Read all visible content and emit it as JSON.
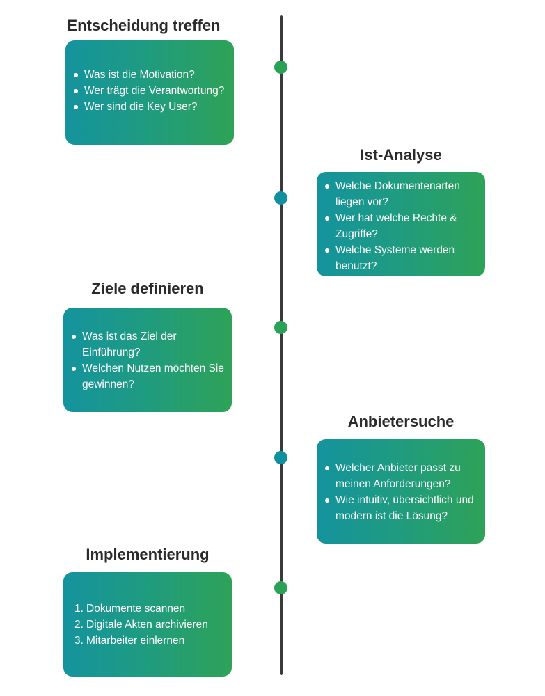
{
  "stages": [
    {
      "title": "Entscheidung treffen",
      "items": [
        "Was ist die Motivation?",
        "Wer trägt die Verantwortung?",
        "Wer sind die Key User?"
      ],
      "dot_color": "#2aa156"
    },
    {
      "title": "Ist-Analyse",
      "items": [
        "Welche Dokumentenarten liegen vor?",
        "Wer hat welche Rechte & Zugriffe?",
        "Welche Systeme werden benutzt?"
      ],
      "dot_color": "#0f8fa0"
    },
    {
      "title": "Ziele definieren",
      "items": [
        "Was ist das Ziel der Einführung?",
        "Welchen Nutzen möchten Sie gewinnen?"
      ],
      "dot_color": "#2aa156"
    },
    {
      "title": "Anbietersuche",
      "items": [
        "Welcher Anbieter passt zu meinen Anforderungen?",
        "Wie intuitiv, übersichtlich und modern ist die Lösung?"
      ],
      "dot_color": "#0f8fa0"
    },
    {
      "title": "Implementierung",
      "items": [
        "Dokumente scannen",
        "Digitale Akten archivieren",
        "Mitarbeiter einlernen"
      ],
      "numbers": [
        "1.",
        "2.",
        "3."
      ],
      "dot_color": "#2aa156"
    }
  ],
  "colors": {
    "card_gradient_start": "#14939e",
    "card_gradient_end": "#2ea257",
    "timeline_line": "#3a3a3a"
  }
}
